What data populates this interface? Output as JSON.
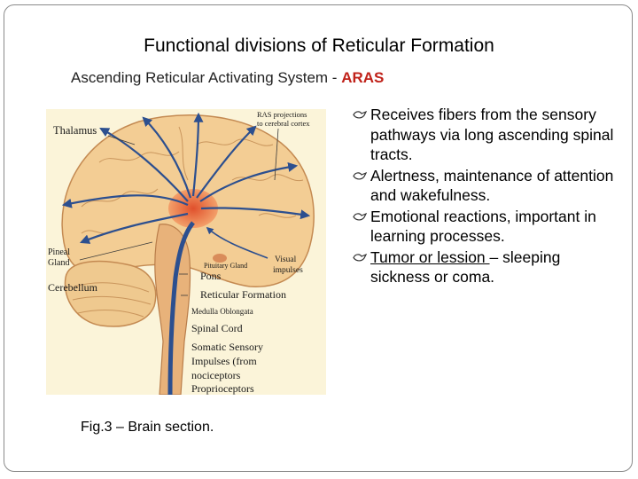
{
  "slide": {
    "title": "Functional divisions of Reticular Formation",
    "subtitle_main": "Ascending Reticular Activating System - ",
    "subtitle_accent": "ARAS",
    "accent_color": "#c0221a",
    "bullet_icon": "wingding-bullet-icon"
  },
  "figure": {
    "caption": "Fig.3 – Brain section.",
    "labels": {
      "thalamus": "Thalamus",
      "ras_projections_1": "RAS projections",
      "ras_projections_2": "to cerebral cortex",
      "pineal_1": "Pineal",
      "pineal_2": "Gland",
      "pituitary": "Pituitary Gland",
      "visual_1": "Visual",
      "visual_2": "impulses",
      "cerebellum": "Cerebellum",
      "pons": "Pons",
      "reticular_formation": "Reticular Formation",
      "medulla": "Medulla Oblongata",
      "spinal_cord": "Spinal Cord",
      "somatic_1": "Somatic Sensory",
      "somatic_2": "Impulses (from",
      "somatic_3": "nociceptors",
      "somatic_4": "Proprioceptors"
    }
  },
  "bullets": [
    {
      "text": "Receives fibers from the sensory pathways via long ascending spinal tracts."
    },
    {
      "text": "Alertness, maintenance of attention and wakefulness."
    },
    {
      "text": "Emotional reactions, important in learning processes."
    },
    {
      "underlined": "Tumor or lession ",
      "rest": "– sleeping sickness or coma."
    }
  ]
}
